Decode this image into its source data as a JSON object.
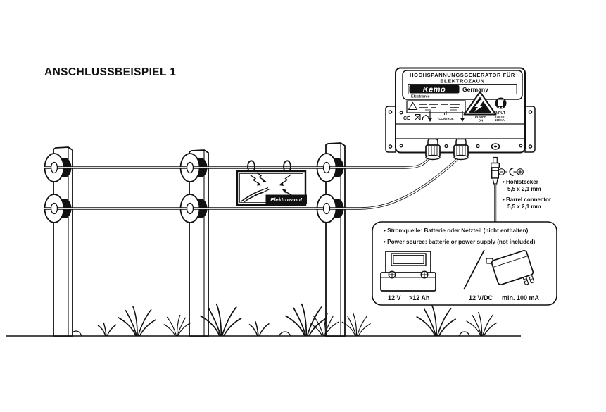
{
  "page": {
    "title": "ANSCHLUSSBEISPIEL 1"
  },
  "generator": {
    "heading_line1": "HOCHSPANNUNGSGENERATOR FÜR",
    "heading_line2": "ELEKTROZAUN",
    "brand": "Kemo",
    "brand_country": "Germany",
    "brand_sub": "Electronic",
    "ce_mark": "CE",
    "control_label": "CONTROL",
    "power_label_line1": "POWER",
    "power_label_line2": "ON",
    "input_label": "INPUT",
    "input_spec_line1": "12V DC",
    "input_spec_line2": "100mA"
  },
  "fence_sign": {
    "label": "Elektrozaun!"
  },
  "connector_callout": {
    "de_name": "• Hohlstecker",
    "de_size": "5,5 x 2,1 mm",
    "en_name": "• Barrel connector",
    "en_size": "5,5 x 2,1 mm"
  },
  "power_source": {
    "note_de": "• Stromquelle: Batterie oder Netzteil (nicht enthalten)",
    "note_en": "• Power source: batterie or power supply (not included)",
    "battery_voltage": "12 V",
    "battery_capacity": ">12 Ah",
    "adapter_voltage": "12 V/DC",
    "adapter_current": "min. 100 mA"
  },
  "colors": {
    "ink": "#111111",
    "paper": "#ffffff"
  }
}
